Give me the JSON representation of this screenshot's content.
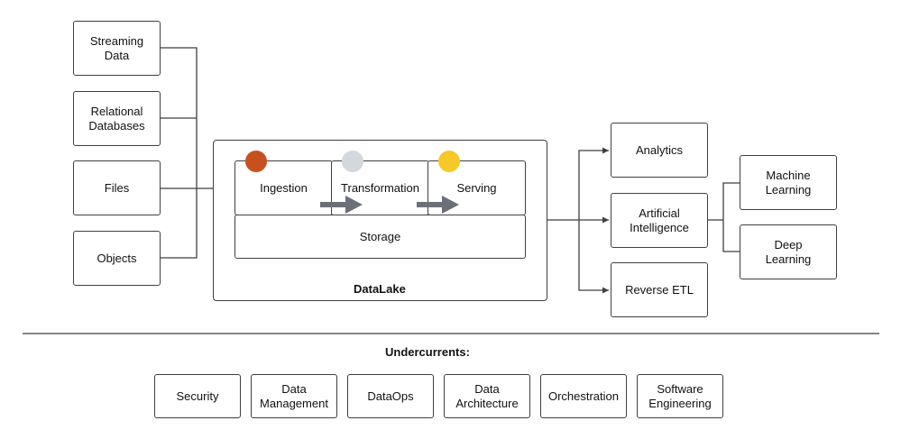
{
  "sources": [
    {
      "label": "Streaming\nData"
    },
    {
      "label": "Relational\nDatabases"
    },
    {
      "label": "Files"
    },
    {
      "label": "Objects"
    }
  ],
  "datalake": {
    "title": "DataLake",
    "stages": [
      {
        "label": "Ingestion",
        "dot_color": "#c8501e"
      },
      {
        "label": "Transformation",
        "dot_color": "#d4d7dc"
      },
      {
        "label": "Serving",
        "dot_color": "#f5c928"
      }
    ],
    "storage_label": "Storage",
    "arrow_color": "#6b6f78"
  },
  "outputs": [
    {
      "label": "Analytics"
    },
    {
      "label": "Artificial\nIntelligence"
    },
    {
      "label": "Reverse ETL"
    }
  ],
  "ai_children": [
    {
      "label": "Machine\nLearning"
    },
    {
      "label": "Deep\nLearning"
    }
  ],
  "undercurrents": {
    "title": "Undercurrents:",
    "items": [
      {
        "label": "Security"
      },
      {
        "label": "Data\nManagement"
      },
      {
        "label": "DataOps"
      },
      {
        "label": "Data\nArchitecture"
      },
      {
        "label": "Orchestration"
      },
      {
        "label": "Software\nEngineering"
      }
    ]
  },
  "colors": {
    "line": "#3f3f3f"
  }
}
